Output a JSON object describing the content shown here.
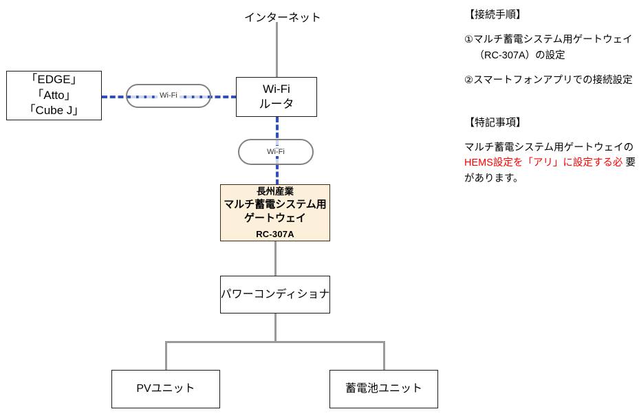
{
  "diagram": {
    "internet_label": "インターネット",
    "nodes": {
      "device": {
        "lines": [
          "「EDGE」",
          "「Atto」",
          "「Cube J」"
        ]
      },
      "router": {
        "lines": [
          "Wi-Fi",
          "ルータ"
        ]
      },
      "gateway": {
        "brand": "長州産業",
        "name_line1": "マルチ蓄電システム用",
        "name_line2": "ゲートウェイ",
        "model": "RC-307A",
        "fill_color": "#fdf0da",
        "border_color": "#3d2b1a"
      },
      "power_conditioner": {
        "label": "パワーコンディショナ"
      },
      "pv_unit": {
        "label": "PVユニット"
      },
      "battery_unit": {
        "label": "蓄電池ユニット"
      }
    },
    "links": {
      "wifi_pill_1": "Wi-Fi",
      "wifi_pill_2": "Wi-Fi",
      "wireless_color": "#2b4fc8",
      "wired_color": "#9a9a9a"
    }
  },
  "notes": {
    "procedure_heading": "【接続手順】",
    "procedure_items": [
      {
        "main": "①マルチ蓄電システム用ゲートウェイ",
        "sub": "（RC-307A）の設定"
      },
      {
        "main": "②スマートフォンアプリでの接続設定",
        "sub": ""
      }
    ],
    "remarks_heading": "【特記事項】",
    "remarks_line1": "マルチ蓄電システム用ゲートウェイの",
    "remarks_highlight": "HEMS設定を「アリ」に設定する必",
    "remarks_line3": "要があります。",
    "highlight_color": "#ff0000"
  }
}
